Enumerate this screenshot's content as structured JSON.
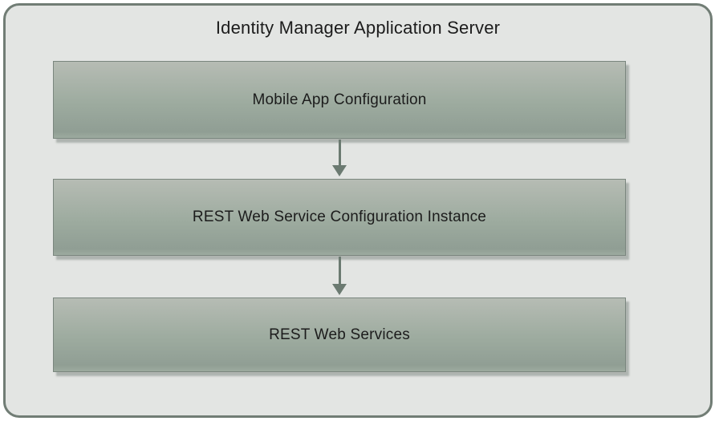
{
  "diagram": {
    "title": "Identity Manager Application Server",
    "nodes": [
      {
        "id": "mobile-app-configuration",
        "label": "Mobile App Configuration"
      },
      {
        "id": "rest-web-service-configuration-instance",
        "label": "REST Web Service Configuration Instance"
      },
      {
        "id": "rest-web-services",
        "label": "REST Web Services"
      }
    ],
    "connectors": [
      {
        "from": "mobile-app-configuration",
        "to": "rest-web-service-configuration-instance",
        "type": "arrow-down"
      },
      {
        "from": "rest-web-service-configuration-instance",
        "to": "rest-web-services",
        "type": "arrow-down"
      }
    ],
    "colors": {
      "container_bg": "#e3e5e3",
      "container_border": "#717d75",
      "node_gradient_top": "#b6bcb4",
      "node_gradient_bottom": "#909e94",
      "node_border": "#7a867e",
      "arrow": "#6b7a71",
      "text": "#1c1c1c",
      "page_bg": "#ffffff"
    }
  }
}
